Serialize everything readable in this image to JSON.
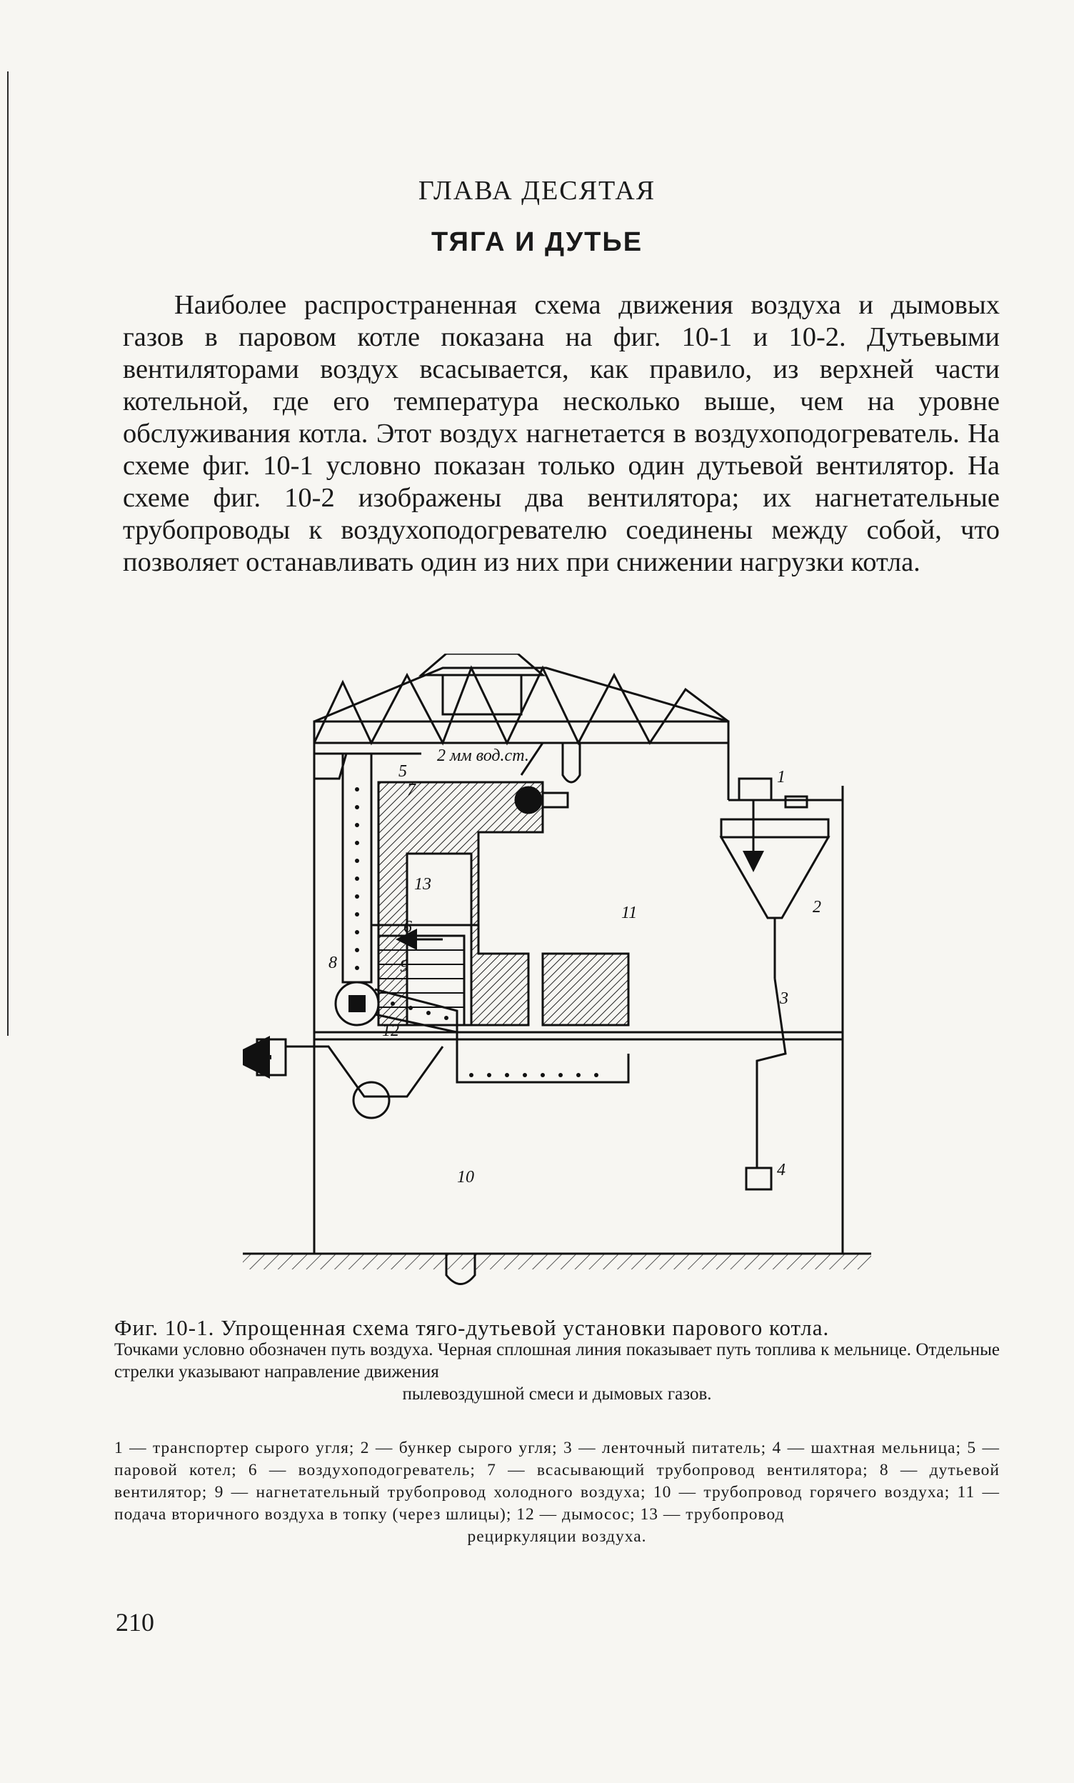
{
  "chapter": "ГЛАВА ДЕСЯТАЯ",
  "title": "ТЯГА И ДУТЬЕ",
  "paragraph": "Наиболее распространенная схема движения воздуха и дымовых газов в паровом котле показана на фиг. 10-1 и 10-2. Дутьевыми вентиляторами воздух всасывается, как правило, из верхней части котельной, где его температура несколько выше, чем на уровне обслуживания котла. Этот воздух нагнетается в воздухоподогреватель. На схеме фиг. 10-1 условно показан только один дутьевой вентилятор. На схеме фиг. 10-2 изображены два вентилятора; их нагнетательные трубопроводы к воздухоподогревателю соединены между собой, что позволяет останавливать один из них при снижении нагрузки котла.",
  "figure": {
    "pressure_label": "2 мм вод.ст.",
    "numbers": [
      "1",
      "2",
      "3",
      "4",
      "5",
      "6",
      "7",
      "8",
      "9",
      "10",
      "11",
      "12",
      "13"
    ]
  },
  "caption": {
    "lead": "Фиг. 10-1. Упрощенная схема тяго-дутьевой установки парового котла.",
    "text": "Точками условно обозначен путь воздуха. Черная сплошная линия показывает путь топлива к мельнице. Отдельные стрелки указывают направление движения",
    "last": "пылевоздушной смеси и дымовых газов."
  },
  "legend": {
    "text": "1 — транспортер сырого угля; 2 — бункер сырого угля; 3 — ленточный питатель; 4 — шахтная мельница; 5 — паровой котел; 6 — воздухоподогреватель; 7 — всасывающий трубопровод вентилятора; 8 — дутьевой вентилятор; 9 — нагнетательный трубопровод холодного воздуха; 10 — трубопровод горячего воздуха; 11 — подача вторичного воздуха в топку (через шлицы); 12 — дымосос; 13 — трубопровод",
    "last": "рециркуляции воздуха."
  },
  "page_number": "210"
}
